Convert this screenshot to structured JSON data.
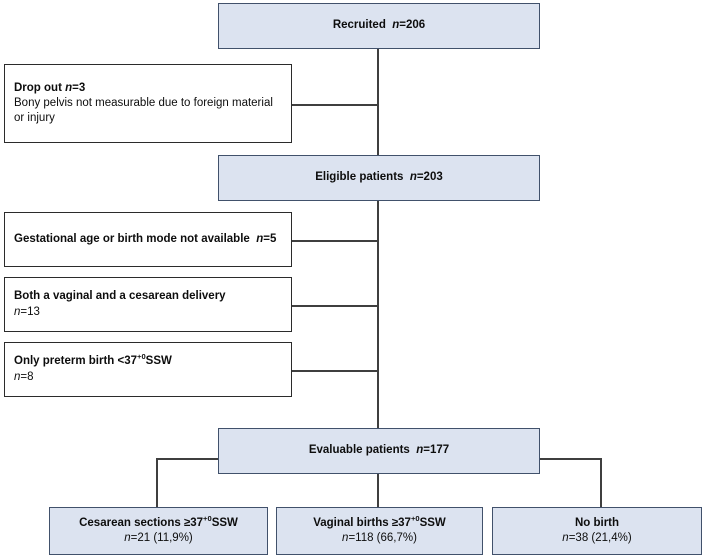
{
  "figure": {
    "type": "flow-diagram",
    "title": "CONSORT-style patient flow diagram",
    "colors": {
      "primary_box_fill": "#dce3f0",
      "primary_box_border": "#41516b",
      "exclusion_box_fill": "#ffffff",
      "exclusion_box_border": "#2b2b2b",
      "connector": "#3f3f3f",
      "text": "#0d0d0d"
    }
  },
  "nodes": {
    "recruited": {
      "label": "Recruited",
      "stat_symbol": "n",
      "stat_value": "=206",
      "full_text": "Recruited n=206"
    },
    "eligible": {
      "label": "Eligible patients",
      "stat_symbol": "n",
      "stat_value": "=203",
      "full_text": "Eligible patients n=203"
    },
    "evaluable": {
      "label": "Evaluable patients",
      "stat_symbol": "n",
      "stat_value": "=177",
      "full_text": "Evaluable patients n=177"
    }
  },
  "exclusions": [
    {
      "heading": "Drop out",
      "stat_symbol": "n",
      "stat_value": "=3",
      "detail": "Bony pelvis not measurable due to foreign material or injury",
      "full_text": "Drop out n=3 Bony pelvis not measurable due to foreign material or injury"
    },
    {
      "heading": "Gestational age or birth mode not available",
      "stat_symbol": "n",
      "stat_value": "=5",
      "detail": "",
      "full_text": "Gestational age or birth mode not available n=5"
    },
    {
      "heading": "Both a vaginal and a cesarean delivery",
      "stat_symbol": "n",
      "stat_value": "=13",
      "detail": "",
      "full_text": "Both a vaginal and a cesarean delivery n=13"
    },
    {
      "heading_pre": "Only preterm birth <37",
      "heading_sup": "+0",
      "heading_post": "SSW",
      "stat_symbol": "n",
      "stat_value": "=8",
      "full_text": "Only preterm birth <37+0SSW n=8"
    }
  ],
  "outcomes": [
    {
      "label_pre": "Cesarean sections ≥37",
      "label_sup": "+0",
      "label_post": "SSW",
      "stat_symbol": "n",
      "stat_value": "=21 (11,9%)",
      "count": 21,
      "percent": "11,9%",
      "full_text": "Cesarean sections ≥37+0SSW n=21 (11,9%)"
    },
    {
      "label_pre": "Vaginal births ≥37",
      "label_sup": "+0",
      "label_post": "SSW",
      "stat_symbol": "n",
      "stat_value": "=118 (66,7%)",
      "count": 118,
      "percent": "66,7%",
      "full_text": "Vaginal births ≥37+0SSW n=118 (66,7%)"
    },
    {
      "label_pre": "No birth",
      "label_sup": "",
      "label_post": "",
      "stat_symbol": "n",
      "stat_value": "=38 (21,4%)",
      "count": 38,
      "percent": "21,4%",
      "full_text": "No birth n=38 (21,4%)"
    }
  ]
}
